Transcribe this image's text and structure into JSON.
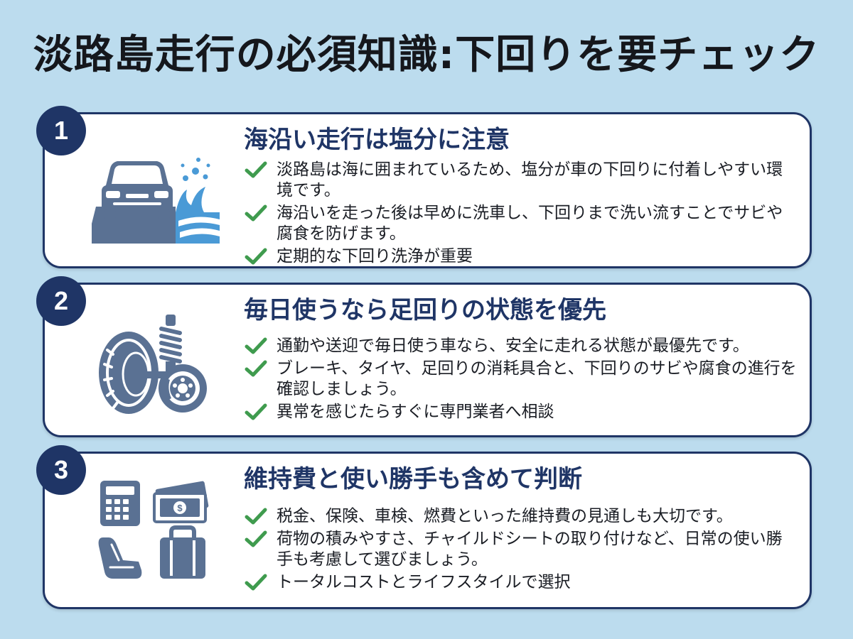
{
  "title": "淡路島走行の必須知識:下回りを要チェック",
  "colors": {
    "background": "#bcdcee",
    "accent_navy": "#1f3566",
    "icon_slate": "#5a7193",
    "water_blue": "#4a9ad6",
    "check_green": "#3f9b4e"
  },
  "sections": [
    {
      "number": "1",
      "icon": "car-splash-icon",
      "heading": "海沿い走行は塩分に注意",
      "bullets": [
        "淡路島は海に囲まれているため、塩分が車の下回りに付着しやすい環境です。",
        "海沿いを走った後は早めに洗車し、下回りまで洗い流すことでサビや腐食を防げます。",
        "定期的な下回り洗浄が重要"
      ]
    },
    {
      "number": "2",
      "icon": "tire-suspension-icon",
      "heading": "毎日使うなら足回りの状態を優先",
      "bullets": [
        "通勤や送迎で毎日使う車なら、安全に走れる状態が最優先です。",
        "ブレーキ、タイヤ、足回りの消耗具合と、下回りのサビや腐食の進行を確認しましょう。",
        "異常を感じたらすぐに専門業者へ相談"
      ]
    },
    {
      "number": "3",
      "icon": "cost-lifestyle-icons",
      "heading": "維持費と使い勝手も含めて判断",
      "bullets": [
        "税金、保険、車検、燃費といった維持費の見通しも大切です。",
        "荷物の積みやすさ、チャイルドシートの取り付けなど、日常の使い勝手も考慮して選びましょう。",
        "トータルコストとライフスタイルで選択"
      ]
    }
  ]
}
